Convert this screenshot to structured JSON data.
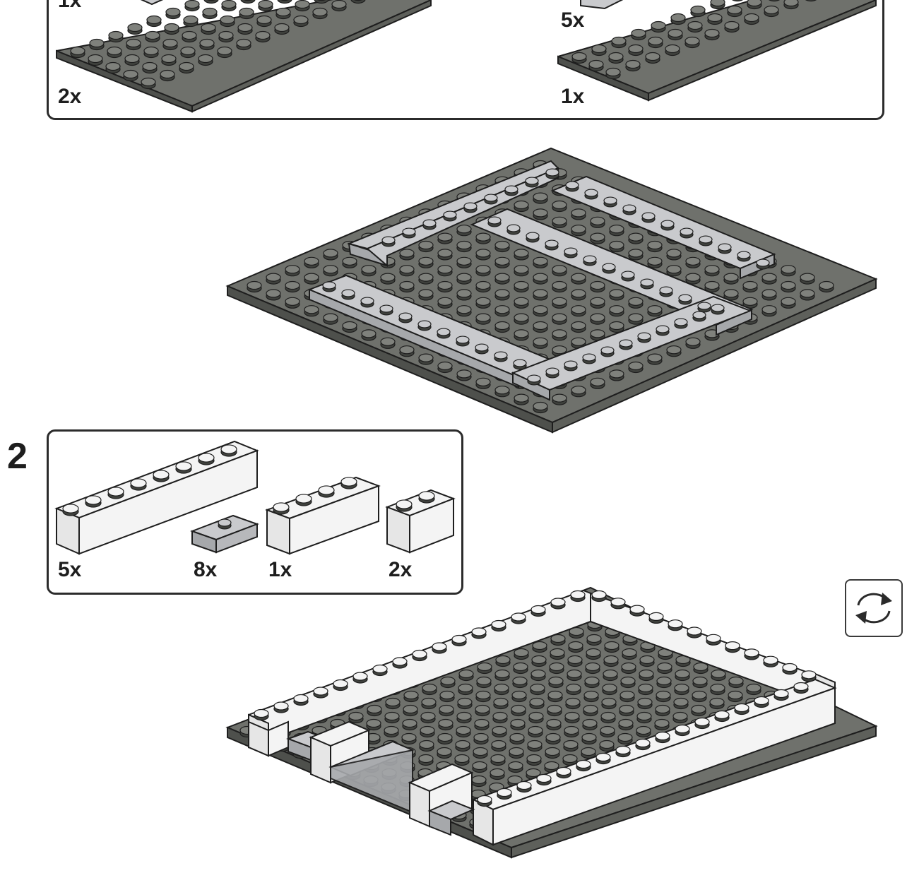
{
  "colors": {
    "dark_plate": "#6f716c",
    "dark_plate_side": "#4e504c",
    "dark_stud": "#7f817c",
    "light_plate": "#c9cacd",
    "light_plate_side": "#a6a8ab",
    "white_brick": "#f4f4f4",
    "white_brick_side": "#d9d9d9",
    "outline": "#1e1e1e"
  },
  "parts_box_1": {
    "left_top_qty": "1x",
    "left_bottom_qty": "2x",
    "right_top_qty": "5x",
    "right_bottom_qty": "1x"
  },
  "step_2": {
    "number": "2",
    "parts": [
      {
        "name": "brick-1x8-white",
        "qty": "5x"
      },
      {
        "name": "tile-1x2-jumper-grey",
        "qty": "8x"
      },
      {
        "name": "brick-1x4-white",
        "qty": "1x"
      },
      {
        "name": "brick-1x2-white",
        "qty": "2x"
      }
    ]
  },
  "rotate_icon": "rotate-model-icon"
}
